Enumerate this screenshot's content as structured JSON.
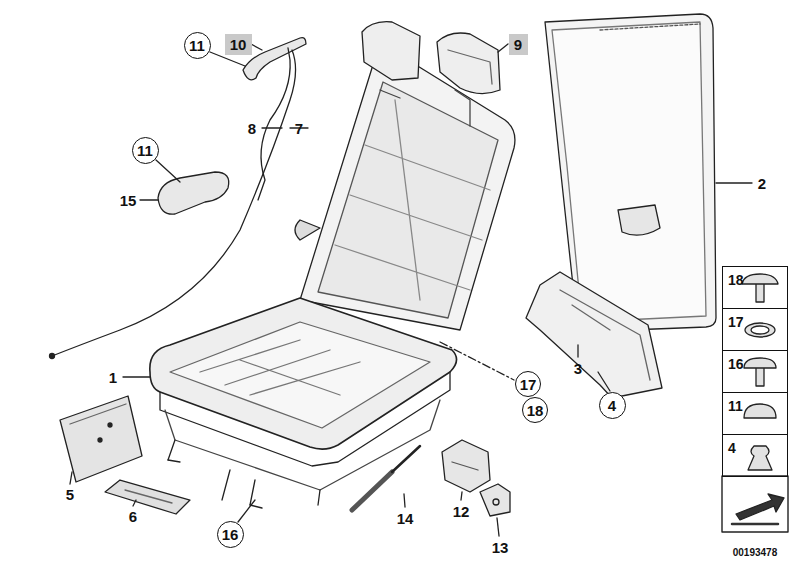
{
  "diagram": {
    "nodes": [
      {
        "text": [
          "11"
        ]
      },
      {
        "text": [
          "10"
        ]
      },
      {
        "text": [
          "9"
        ]
      },
      {
        "text": [
          "11"
        ]
      },
      {
        "text": [
          "17"
        ]
      },
      {
        "text": [
          "18"
        ]
      },
      {
        "text": [
          "4"
        ]
      },
      {
        "text": [
          "16"
        ]
      },
      {
        "text": [
          "18"
        ]
      },
      {
        "text": [
          "17"
        ]
      },
      {
        "text": [
          "16"
        ]
      },
      {
        "text": [
          "11"
        ]
      },
      {
        "text": [
          "4"
        ]
      }
    ],
    "labels": [
      "8",
      "7",
      "2",
      "15",
      "1",
      "3",
      "5",
      "6",
      "14",
      "12",
      "13",
      "00193478"
    ]
  }
}
